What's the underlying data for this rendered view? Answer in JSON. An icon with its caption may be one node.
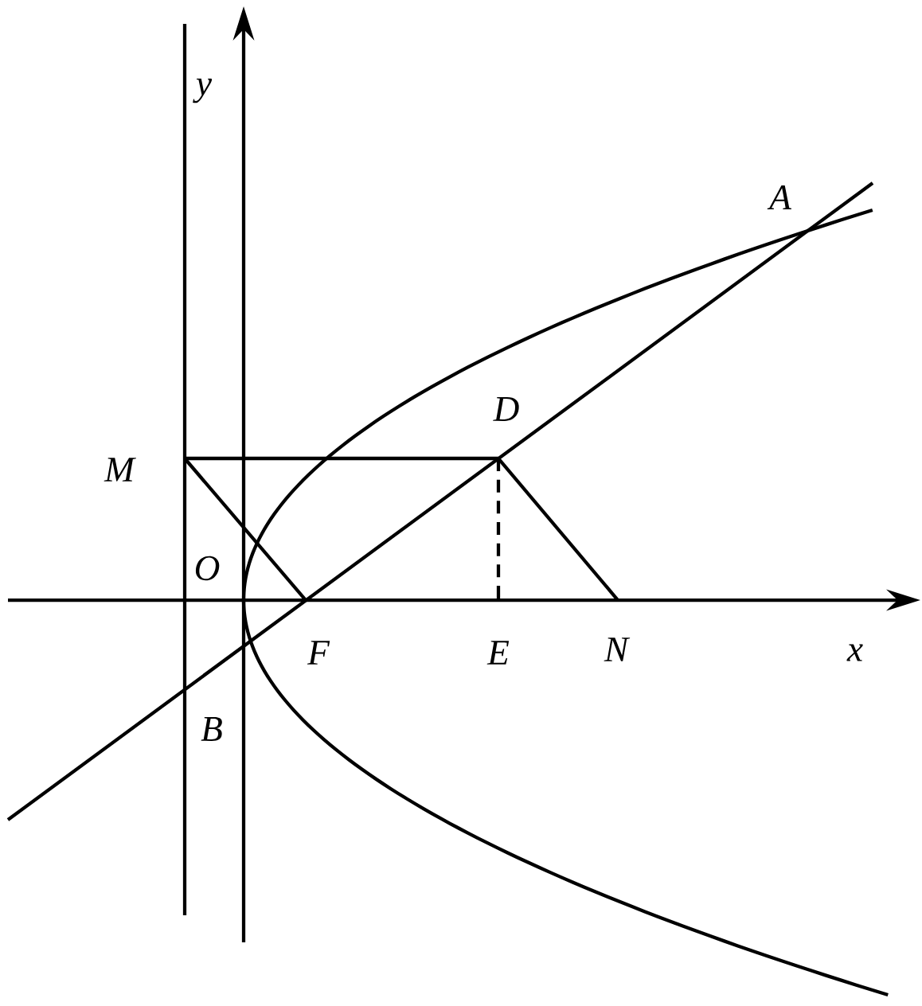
{
  "diagram": {
    "labels": [
      "y",
      "A",
      "M",
      "D",
      "O",
      "F",
      "E",
      "N",
      "x",
      "B"
    ]
  }
}
